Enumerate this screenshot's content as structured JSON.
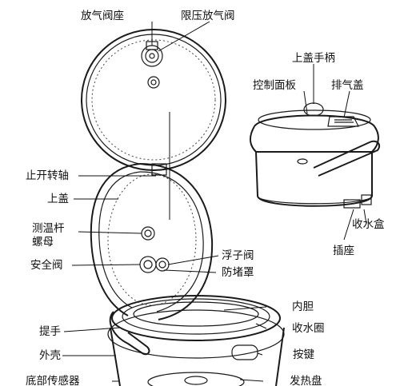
{
  "labels": {
    "vent_valve_seat": "放气阀座",
    "pressure_limit_valve": "限压放气阀",
    "lid_handle": "上盖手柄",
    "control_panel": "控制面板",
    "exhaust_cover": "排气盖",
    "pivot_shaft": "止开转轴",
    "upper_lid": "上盖",
    "temp_rod_nut": "测温杆\n螺母",
    "safety_valve": "安全阀",
    "float_valve": "浮子阀",
    "anti_block_cover": "防堵罩",
    "water_box": "收水盒",
    "power_socket": "插座",
    "inner_pot": "内胆",
    "water_ring": "收水圈",
    "handle": "提手",
    "button": "按键",
    "outer_shell": "外壳",
    "bottom_sensor": "底部传感器",
    "heating_plate": "发热盘"
  }
}
